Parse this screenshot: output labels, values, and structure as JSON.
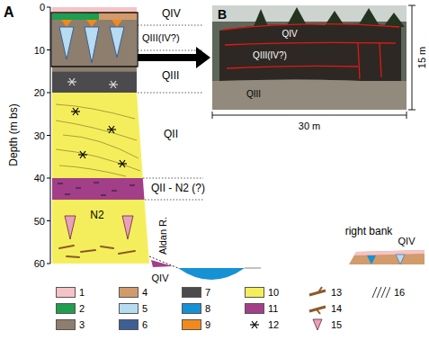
{
  "diagram": {
    "labels": [
      "A",
      "0",
      "10",
      "20",
      "30",
      "40",
      "50",
      "60",
      "Depth (m bs)",
      "QIV",
      "QIII(IV?)",
      "QIII",
      "QII",
      "QII - N2 (?)",
      "N2",
      "Aldan R.",
      "QIV",
      "right bank",
      "QIV",
      "B",
      "QIV",
      "QIII(IV?)",
      "QIII",
      "15 m",
      "30 m"
    ],
    "legend": [
      {
        "text": "1",
        "color": "#f5c3c6"
      },
      {
        "text": "2",
        "color": "#1e9e4e"
      },
      {
        "text": "3",
        "color": "#8d7e6e"
      },
      {
        "text": "4",
        "color": "#d29b6b"
      },
      {
        "text": "5",
        "color": "#b7dcf2"
      },
      {
        "text": "6",
        "color": "#3e5f93"
      },
      {
        "text": "7",
        "color": "#4b4b4d"
      },
      {
        "text": "8",
        "color": "#1691d4"
      },
      {
        "text": "9",
        "color": "#f08a1c"
      },
      {
        "text": "10",
        "color": "#f5ee5c"
      },
      {
        "text": "11",
        "color": "#a33e88"
      },
      {
        "text": "12"
      },
      {
        "text": "13"
      },
      {
        "text": "14"
      },
      {
        "text": "15"
      },
      {
        "text": "16"
      }
    ]
  }
}
